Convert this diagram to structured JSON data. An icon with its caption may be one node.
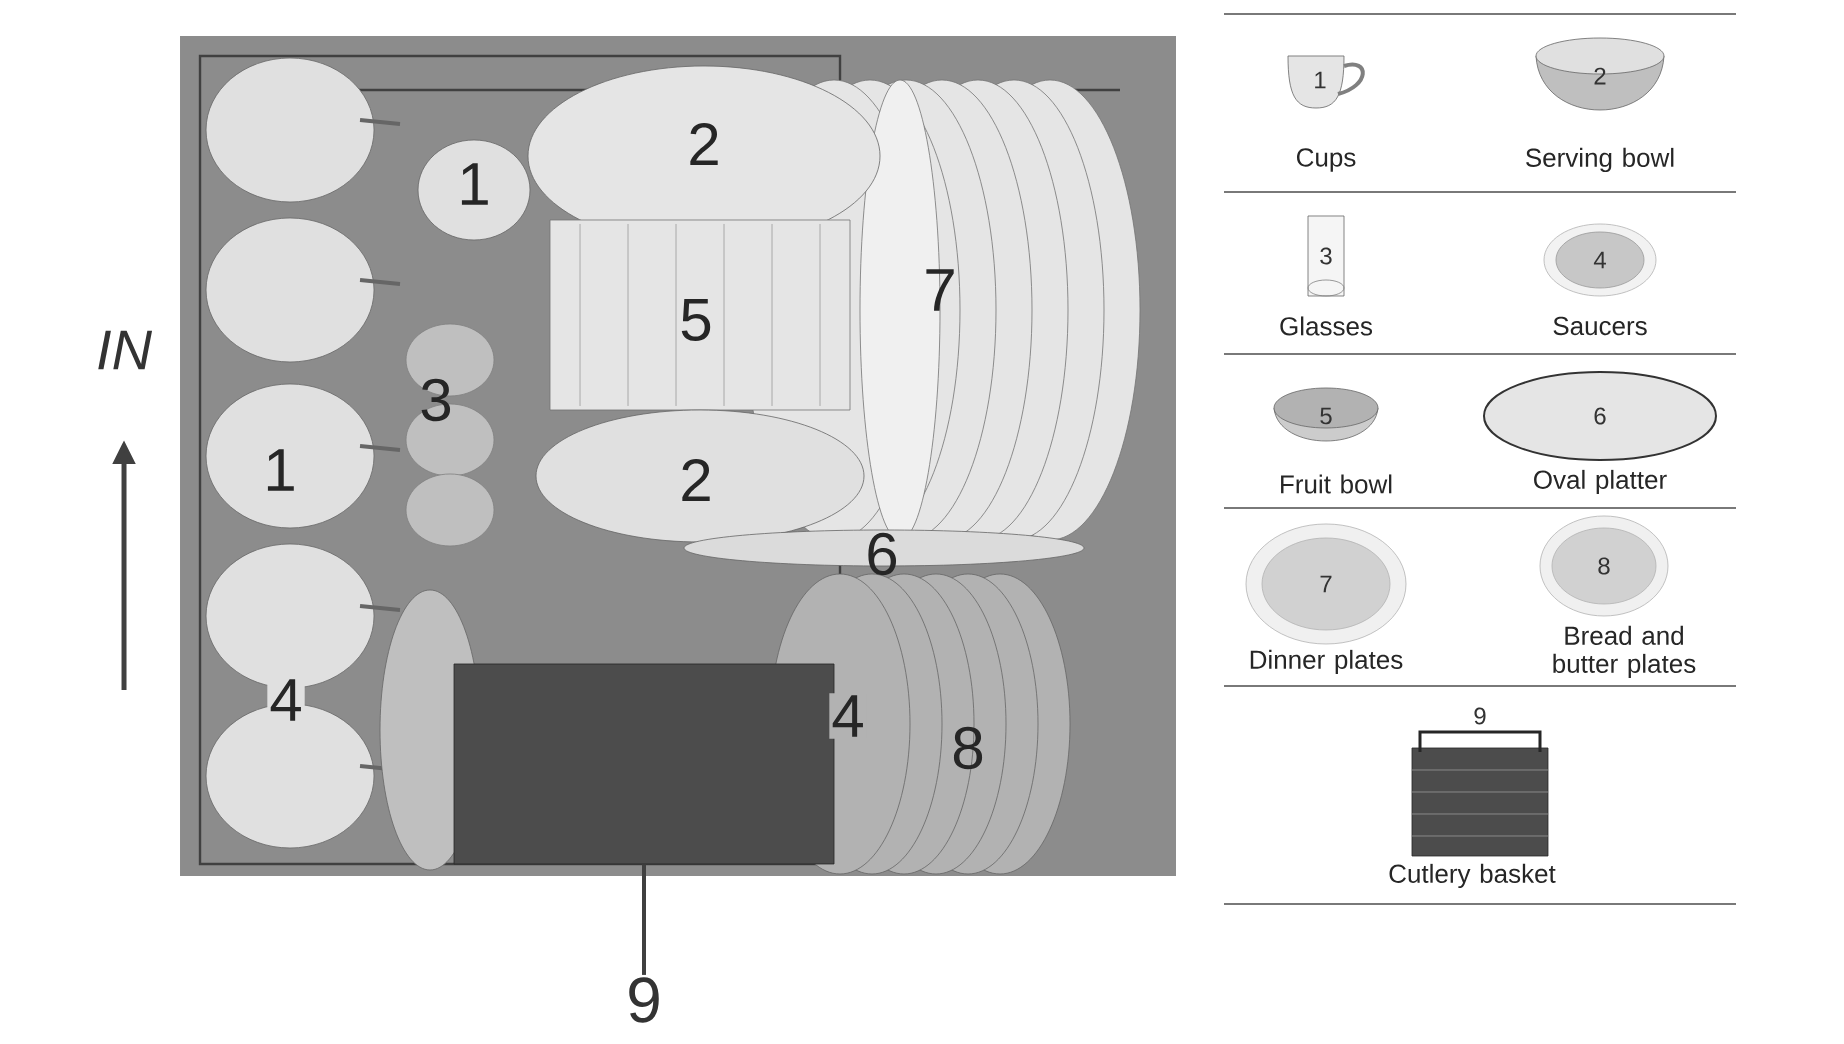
{
  "diagram": {
    "nodes": [
      {
        "text": [],
        "shape": "box"
      },
      {
        "text": [
          "9"
        ]
      },
      {
        "text": [
          "1"
        ],
        "beside": [
          "Cups"
        ]
      },
      {
        "text": [
          "2"
        ],
        "beside": [
          "Serving bowl"
        ]
      },
      {
        "text": [
          "3"
        ],
        "beside": [
          "Glasses"
        ]
      },
      {
        "text": [
          "4"
        ],
        "beside": [
          "Saucers"
        ]
      },
      {
        "text": [
          "5"
        ],
        "beside": [
          "Fruit bowl"
        ]
      },
      {
        "text": [
          "6"
        ],
        "beside": [
          "Oval platter"
        ]
      },
      {
        "text": [
          "7"
        ],
        "beside": [
          "Dinner plates"
        ]
      },
      {
        "text": [
          "8"
        ],
        "beside": [
          "Bread and butter plates"
        ]
      },
      {
        "text": [
          "9"
        ],
        "beside": [
          "Cutlery basket"
        ]
      }
    ],
    "edges": [
      {
        "from": 1,
        "to": 0,
        "arrow": "none"
      }
    ],
    "labels": [
      "2",
      "1",
      "7",
      "5",
      "IN",
      "3",
      "1",
      "2",
      "6",
      "4",
      "4",
      "8"
    ]
  }
}
